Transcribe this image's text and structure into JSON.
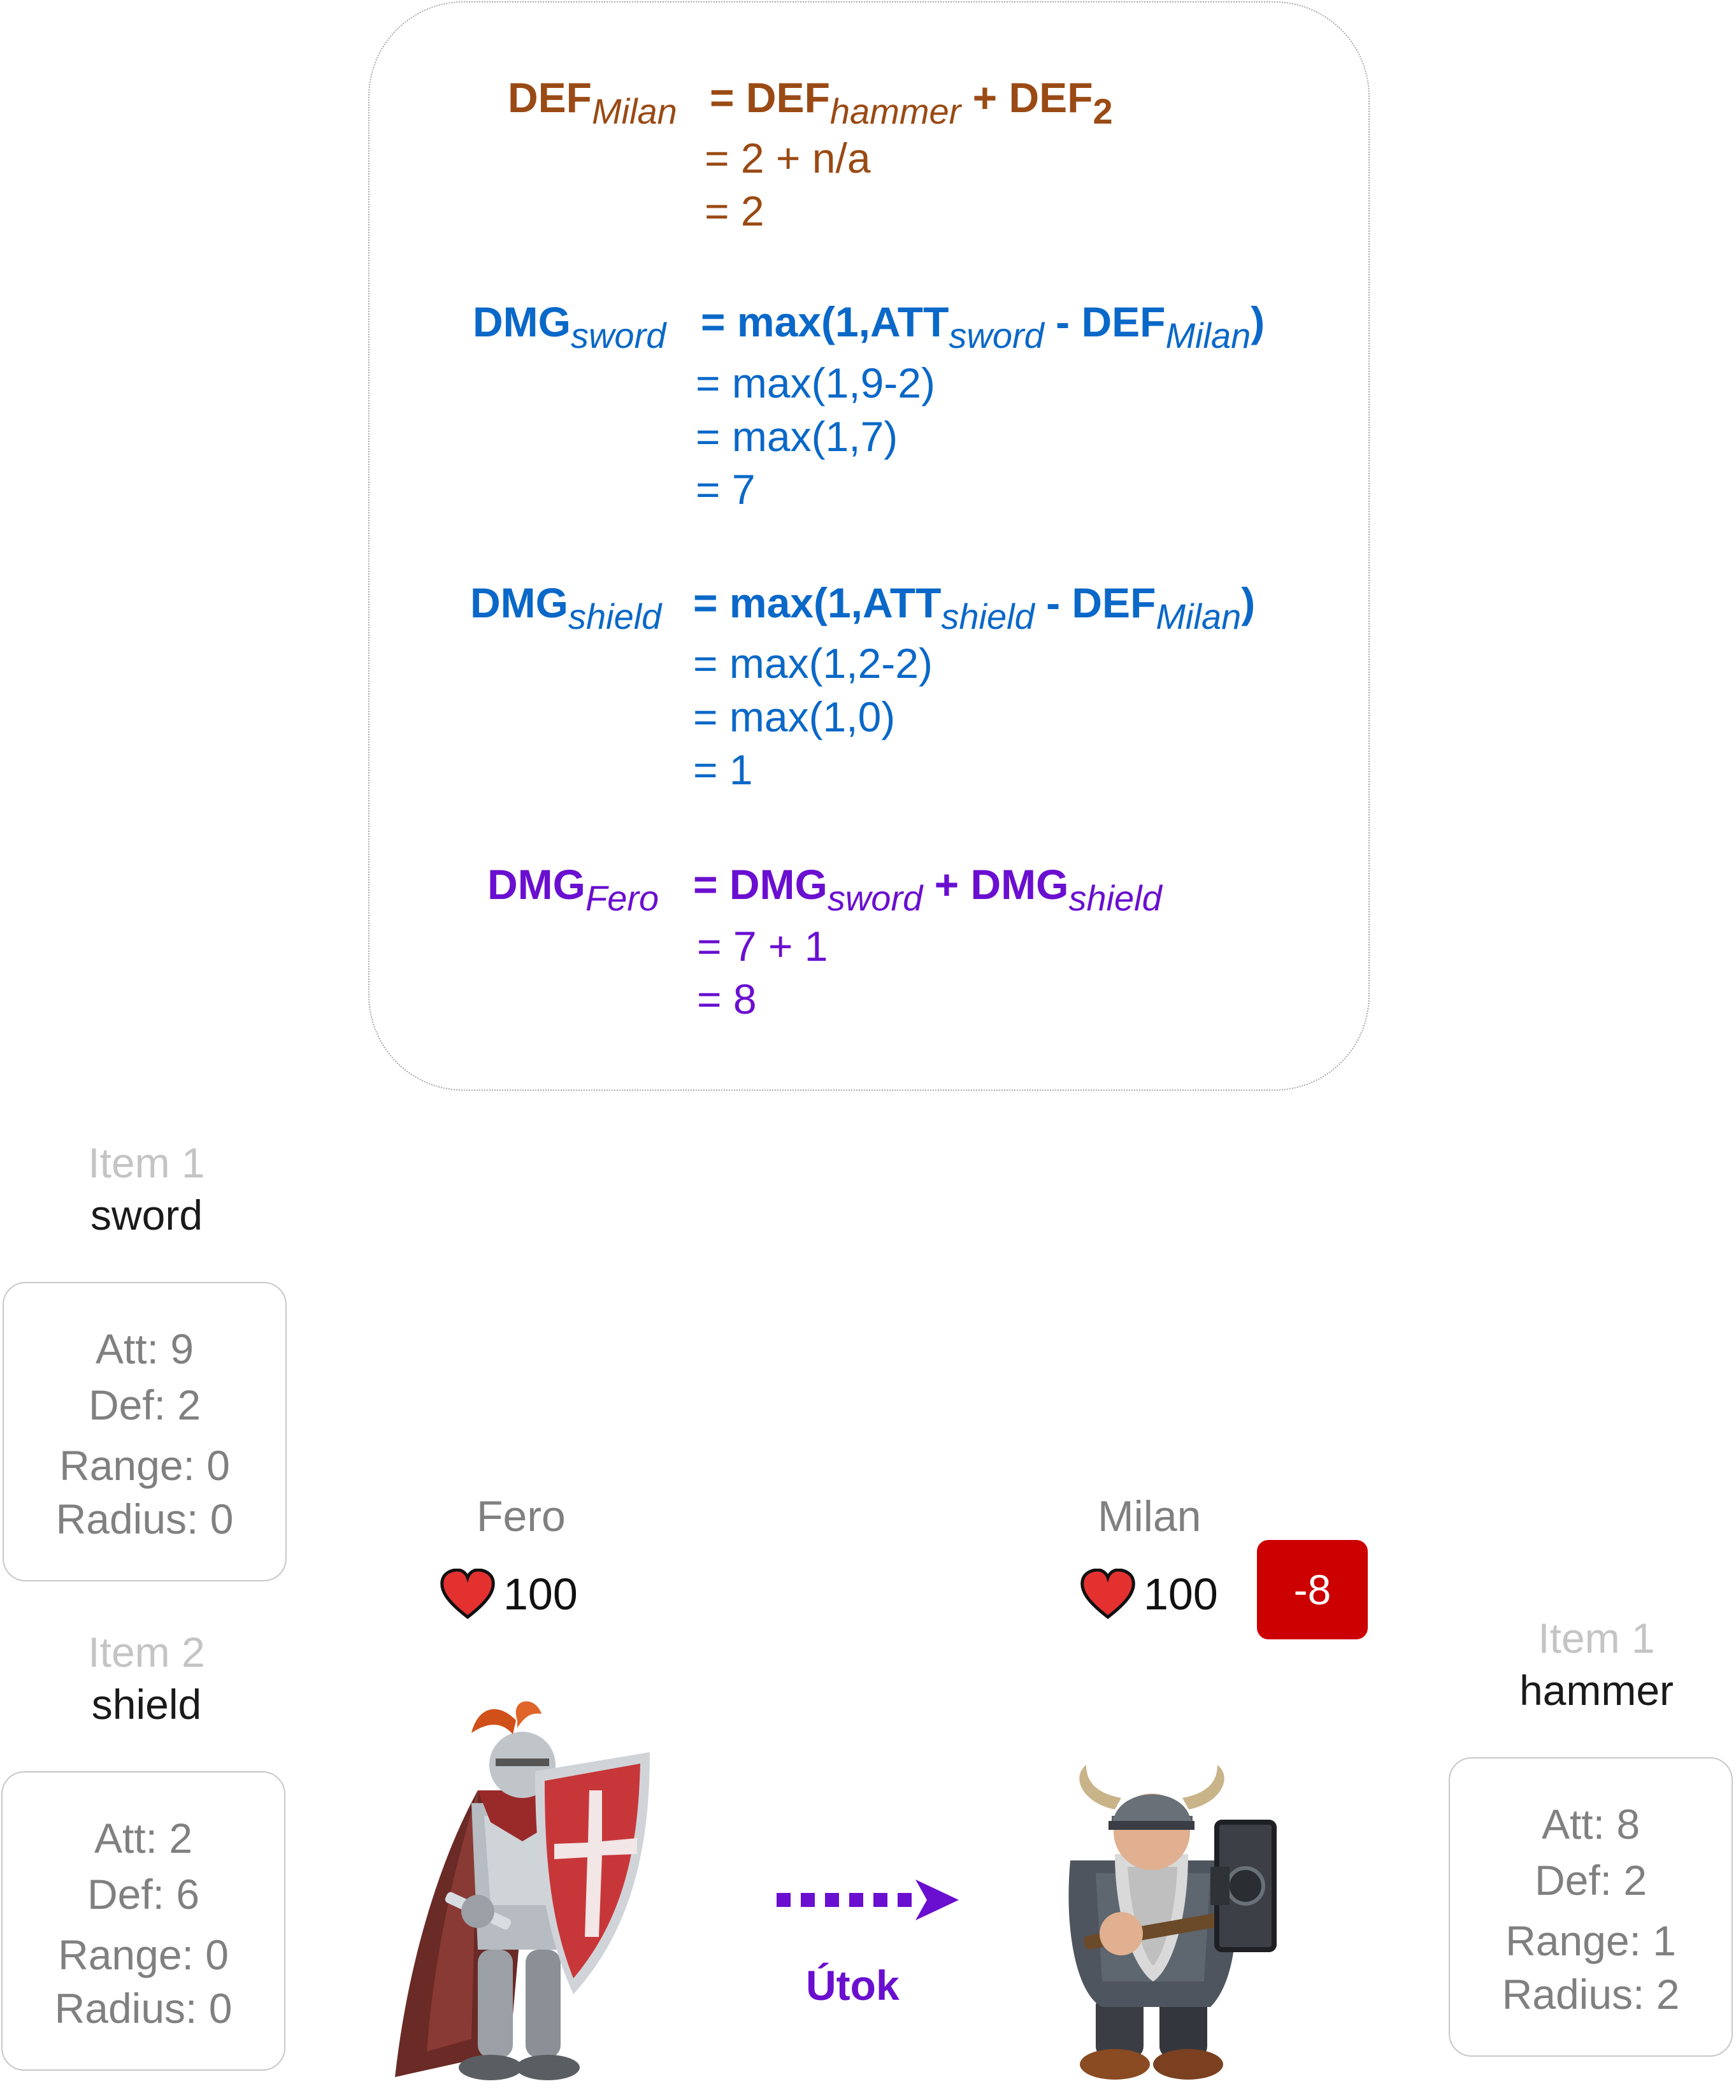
{
  "formulas": {
    "def_milan": {
      "lhs": "DEF",
      "lhs_sub": "Milan",
      "rhs_a": "= DEF",
      "rhs_a_sub": "hammer",
      "rhs_b": "+ DEF",
      "rhs_b_sub": "2",
      "steps": [
        "= 2 + n/a",
        "= 2"
      ]
    },
    "dmg_sword": {
      "lhs": "DMG",
      "lhs_sub": "sword",
      "rhs_a": "= max(1,ATT",
      "rhs_a_sub": "sword",
      "rhs_b": " - DEF",
      "rhs_b_sub": "Milan",
      "rhs_end": ")",
      "steps": [
        "= max(1,9-2)",
        "= max(1,7)",
        "= 7"
      ]
    },
    "dmg_shield": {
      "lhs": "DMG",
      "lhs_sub": "shield",
      "rhs_a": "= max(1,ATT",
      "rhs_a_sub": "shield",
      "rhs_b": " - DEF",
      "rhs_b_sub": "Milan",
      "rhs_end": ")",
      "steps": [
        "= max(1,2-2)",
        "= max(1,0)",
        "= 1"
      ]
    },
    "dmg_fero": {
      "lhs": "DMG",
      "lhs_sub": "Fero",
      "rhs_a": "= DMG",
      "rhs_a_sub": "sword",
      "rhs_b": "+ DMG",
      "rhs_b_sub": "shield",
      "steps": [
        "= 7 + 1",
        "= 8"
      ]
    }
  },
  "fero": {
    "name": "Fero",
    "hp": "100",
    "items": [
      {
        "slot": "Item 1",
        "name": "sword",
        "att": "Att: 9",
        "def": "Def: 2",
        "range": "Range: 0",
        "radius": "Radius: 0"
      },
      {
        "slot": "Item 2",
        "name": "shield",
        "att": "Att: 2",
        "def": "Def: 6",
        "range": "Range: 0",
        "radius": "Radius: 0"
      }
    ]
  },
  "milan": {
    "name": "Milan",
    "hp": "100",
    "damage": "-8",
    "items": [
      {
        "slot": "Item 1",
        "name": "hammer",
        "att": "Att: 8",
        "def": "Def: 2",
        "range": "Range: 1",
        "radius": "Radius: 2"
      }
    ]
  },
  "attack": {
    "label": "Útok"
  },
  "colors": {
    "brown": "#9a4a14",
    "blue": "#0a68c8",
    "purple": "#6a0fd0",
    "damage": "#cc0000",
    "heart": "#e53030"
  },
  "icons": {
    "heart": "heart-icon",
    "arrow": "dotted-arrow-icon",
    "knight": "knight-figure",
    "dwarf": "dwarf-figure"
  }
}
